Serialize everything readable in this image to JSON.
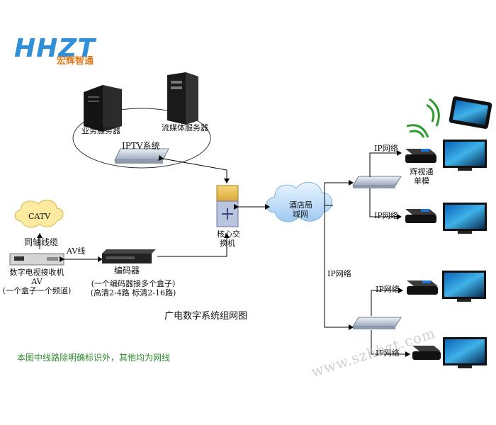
{
  "logo": {
    "text": "HHZT",
    "subtitle": "宏辉智通"
  },
  "diagram": {
    "iptv_system": "IPTV系统",
    "business_server": "业务服务器",
    "media_server": "流媒体服务器",
    "core_switch": [
      "核心交",
      "换机"
    ],
    "hotel_lan": [
      "酒店局",
      "域网"
    ],
    "catv": "CATV",
    "coax": "同轴线缆",
    "av_cable": "AV线",
    "receiver": [
      "数字电视接收机",
      "AV",
      "(一个盒子一个频道)"
    ],
    "encoder": "编码器",
    "encoder_note": [
      "(一个编码器接多个盒子)",
      "(高清2-4路  标清2-16路)"
    ],
    "ip_network": "IP网络",
    "ip_label": "IP网络",
    "hui_module": [
      "辉视通",
      "单模"
    ],
    "title": "广电数字系统组网图",
    "note": "本图中线路除明确标识外，其他均为网线",
    "watermark": "www.szhhzt.com"
  },
  "colors": {
    "logo_blue": "#2f8fd8",
    "logo_orange": "#e07a1c",
    "note_green": "#2e8b2e",
    "cloud": "#cfe6fb"
  }
}
